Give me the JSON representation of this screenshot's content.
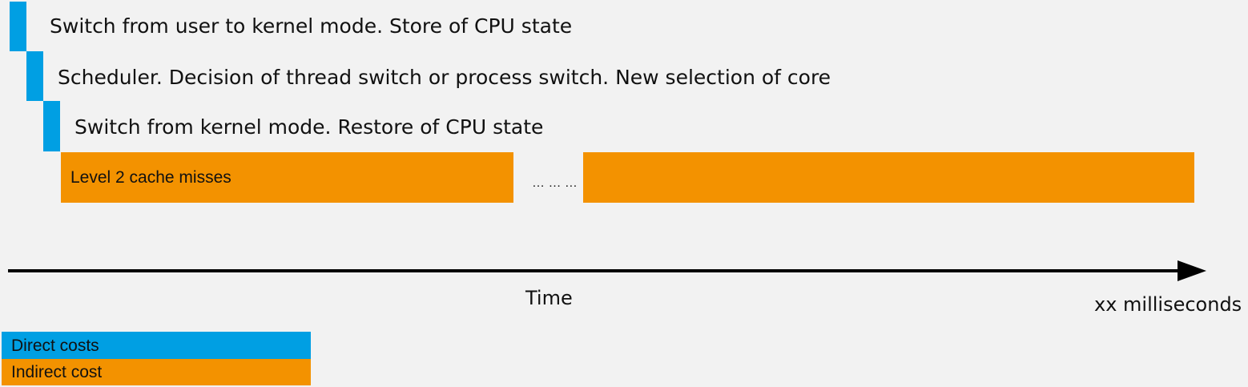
{
  "colors": {
    "direct": "#009fe3",
    "indirect": "#f39200",
    "background": "#f2f2f2",
    "axis": "#000000"
  },
  "steps": [
    {
      "label": "Switch from user to kernel mode. Store of CPU state",
      "cost": "direct"
    },
    {
      "label": "Scheduler. Decision of thread switch or process switch. New selection of core",
      "cost": "direct"
    },
    {
      "label": "Switch from kernel mode. Restore of CPU state",
      "cost": "direct"
    }
  ],
  "indirect_block": {
    "label": "Level 2 cache misses",
    "gap_text": "… … …"
  },
  "axis": {
    "label": "Time",
    "end_label": "xx milliseconds"
  },
  "legend": {
    "direct_label": "Direct costs",
    "indirect_label": "Indirect cost"
  }
}
